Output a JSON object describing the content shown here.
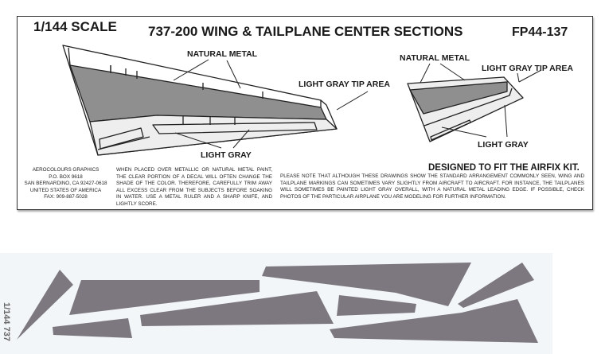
{
  "header": {
    "scale": "1/144 SCALE",
    "title": "737-200 WING & TAILPLANE CENTER SECTIONS",
    "code": "FP44-137"
  },
  "wing_labels": {
    "natural_metal": "NATURAL METAL",
    "light_gray_tip": "LIGHT GRAY TIP AREA",
    "light_gray": "LIGHT GRAY"
  },
  "tail_labels": {
    "natural_metal": "NATURAL METAL",
    "light_gray_tip": "LIGHT GRAY TIP AREA",
    "light_gray": "LIGHT GRAY"
  },
  "designed_for": "DESIGNED TO FIT THE AIRFIX KIT.",
  "address": [
    "AEROCOLOURS GRAPHICS",
    "P.O. BOX 9618",
    "SAN BERNARDINO, CA 92427-0618",
    "UNITED STATES OF AMERICA",
    "FAX: 909-887-5028"
  ],
  "note_metal": "WHEN PLACED OVER METALLIC OR NATURAL METAL PAINT, THE CLEAR PORTION OF A DECAL WILL OFTEN CHANGE THE SHADE OF THE COLOR. THEREFORE, CAREFULLY TRIM AWAY ALL EXCESS CLEAR FROM THE SUBJECTS BEFORE SOAKING IN WATER. USE A METAL RULER AND A SHARP KNIFE, AND LIGHTLY SCORE.",
  "note_variation": "PLEASE NOTE THAT ALTHOUGH THESE DRAWINGS SHOW THE STANDARD ARRANGEMENT COMMONLY SEEN, WING AND TAILPLANE MARKINGS CAN SOMETIMES VARY SLIGHTLY FROM AIRCRAFT TO AIRCRAFT. FOR INSTANCE, THE TAILPLANES WILL SOMETIMES BE PAINTED LIGHT GRAY OVERALL, WITH A NATURAL METAL LEADING EDGE. IF POSSIBLE, CHECK PHOTOS OF THE PARTICULAR AIRPLANE YOU ARE MODELING FOR FURTHER INFORMATION.",
  "decal_sheet": {
    "scale_mark": "1/144 737",
    "decal_color": "#7d7880"
  },
  "colors": {
    "metal_fill": "#8f8f8f",
    "light_gray_fill": "#eeeeee"
  }
}
